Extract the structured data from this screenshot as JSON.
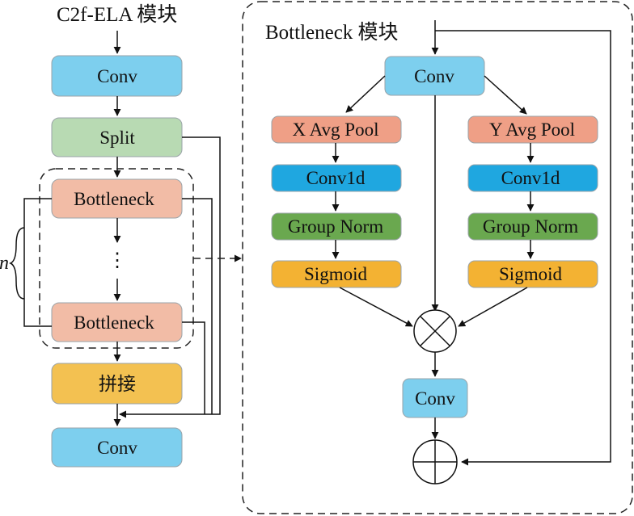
{
  "left_module": {
    "title": "C2f-ELA 模块",
    "conv_top": "Conv",
    "split": "Split",
    "bottleneck_1": "Bottleneck",
    "ellipsis": "⋮",
    "bottleneck_n": "Bottleneck",
    "concat": "拼接",
    "conv_bottom": "Conv",
    "repeat_label": "n"
  },
  "right_module": {
    "title": "Bottleneck 模块",
    "conv_top": "Conv",
    "x_avg_pool": "X Avg Pool",
    "y_avg_pool": "Y Avg Pool",
    "conv1d_left": "Conv1d",
    "conv1d_right": "Conv1d",
    "group_norm_left": "Group Norm",
    "group_norm_right": "Group Norm",
    "sigmoid_left": "Sigmoid",
    "sigmoid_right": "Sigmoid",
    "multiply_symbol": "multiply-icon",
    "conv_bottom": "Conv",
    "add_symbol": "add-icon"
  },
  "colors": {
    "conv": "#7dcfee",
    "split": "#b8dab3",
    "bottleneck": "#f2bca6",
    "concat": "#f3c151",
    "avg_pool": "#ef9f86",
    "conv1d": "#1fa7e0",
    "group_norm": "#6aa84f",
    "sigmoid": "#f3b233"
  }
}
